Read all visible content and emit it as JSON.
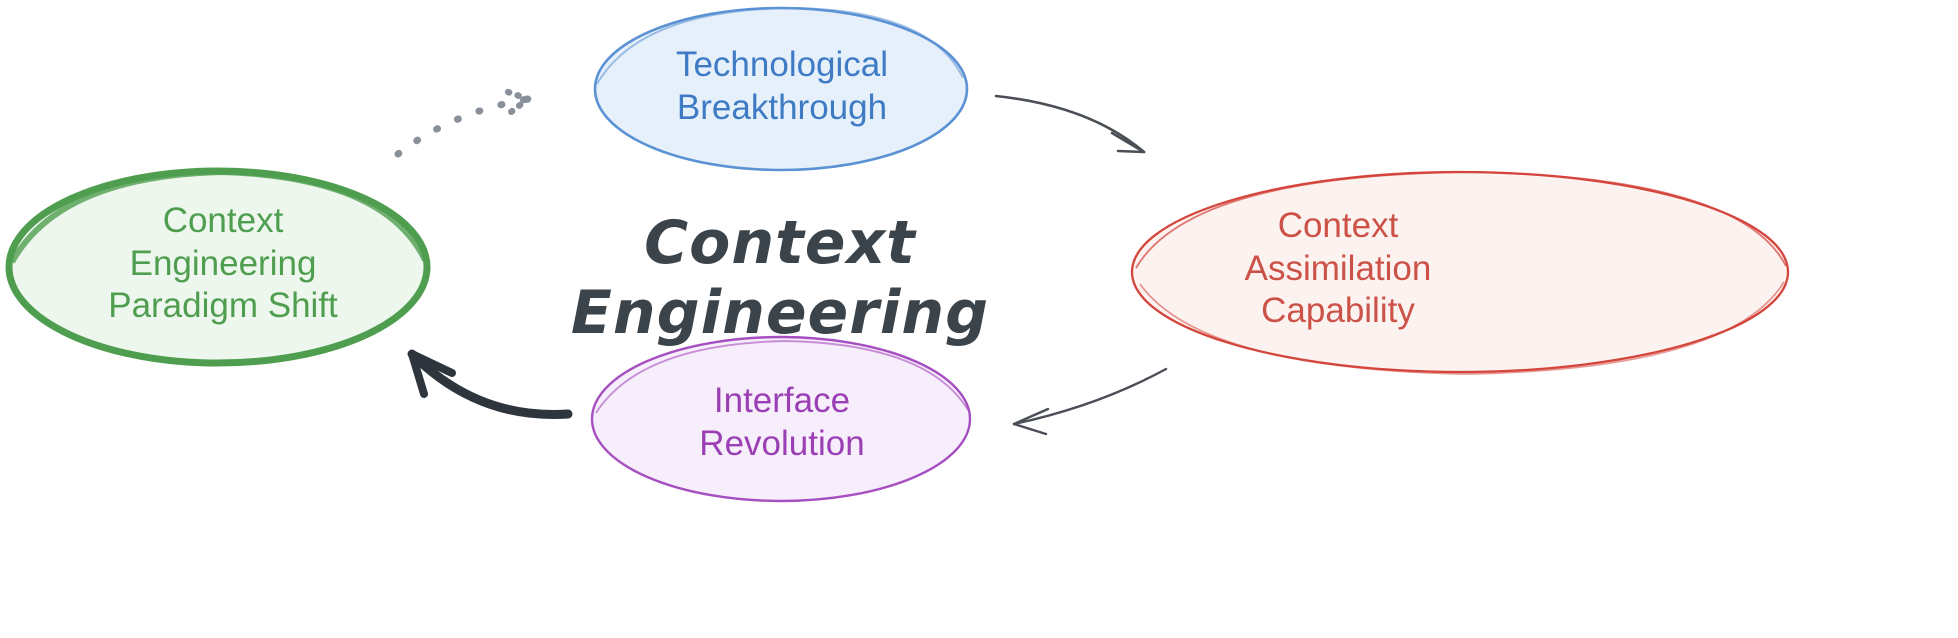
{
  "diagram": {
    "title": "Context Engineering",
    "title_color": "#3b444b",
    "background_color": "#ffffff",
    "type": "cycle",
    "nodes": [
      {
        "id": "technological-breakthrough",
        "label": "Technological\nBreakthrough",
        "position": "top",
        "shape": "ellipse",
        "text_color": "#3e7bc4",
        "stroke_color": "#5b92d4",
        "fill_color": "#e6f0fb",
        "stroke_style": "thin-solid"
      },
      {
        "id": "context-assimilation-capability",
        "label": "Context\nAssimilation\nCapability",
        "position": "right",
        "shape": "ellipse",
        "text_color": "#cc5248",
        "stroke_color": "#d4453c",
        "fill_color": "#fcf2f0",
        "stroke_style": "thin-solid"
      },
      {
        "id": "interface-revolution",
        "label": "Interface\nRevolution",
        "position": "bottom",
        "shape": "ellipse",
        "text_color": "#9b3fb5",
        "stroke_color": "#a64fc0",
        "fill_color": "#f7eefb",
        "stroke_style": "thin-solid"
      },
      {
        "id": "context-engineering-paradigm-shift",
        "label": "Context\nEngineering\nParadigm Shift",
        "position": "left",
        "shape": "ellipse",
        "text_color": "#4f9e4f",
        "stroke_color": "#4f9e4f",
        "fill_color": "#eef7ee",
        "stroke_style": "thick-solid"
      }
    ],
    "edges": [
      {
        "id": "edge-tech-to-assimilation",
        "from": "technological-breakthrough",
        "to": "context-assimilation-capability",
        "style": "thin-solid",
        "color": "#4a4f55"
      },
      {
        "id": "edge-assimilation-to-interface",
        "from": "context-assimilation-capability",
        "to": "interface-revolution",
        "style": "thin-solid",
        "color": "#4a4f55"
      },
      {
        "id": "edge-interface-to-paradigm",
        "from": "interface-revolution",
        "to": "context-engineering-paradigm-shift",
        "style": "thick-solid",
        "color": "#2f353c"
      },
      {
        "id": "edge-paradigm-to-tech",
        "from": "context-engineering-paradigm-shift",
        "to": "technological-breakthrough",
        "style": "dotted",
        "color": "#8a9099"
      }
    ]
  }
}
